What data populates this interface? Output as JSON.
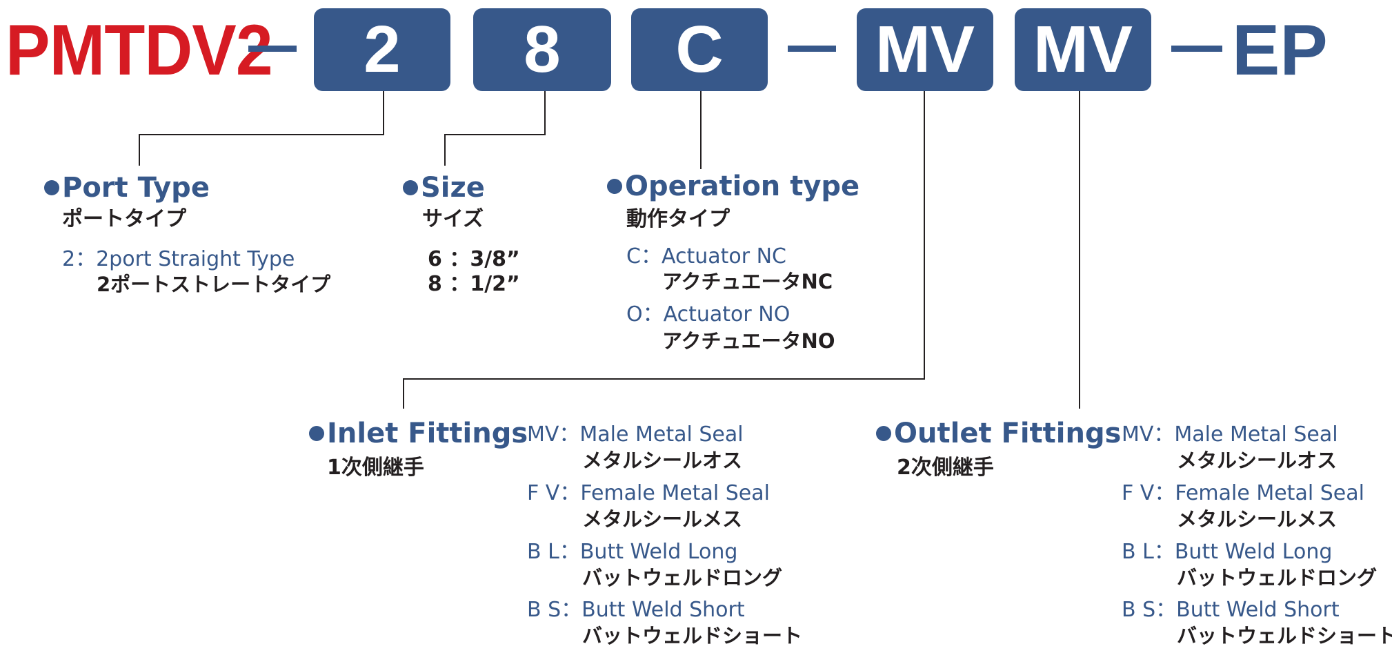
{
  "model_code": {
    "prefix": "PMTDV2",
    "segments": [
      "2",
      "8",
      "C",
      "MV",
      "MV"
    ],
    "suffix": "EP",
    "colors": {
      "prefix": "#d61b23",
      "segment_box": "#37588a",
      "segment_text": "#ffffff",
      "dash": "#37588a"
    }
  },
  "sections": {
    "port_type": {
      "title": "Port Type",
      "title_jp": "ポートタイプ",
      "options": [
        {
          "code": "2",
          "sep": "：",
          "label": "2port Straight Type",
          "label_jp": "2ポートストレートタイプ"
        }
      ]
    },
    "size": {
      "title": "Size",
      "title_jp": "サイズ",
      "options": [
        {
          "text": "6 ：3/8”"
        },
        {
          "text": "8 ：1/2”"
        }
      ]
    },
    "operation_type": {
      "title": "Operation type",
      "title_jp": "動作タイプ",
      "options": [
        {
          "code": "C",
          "sep": "：",
          "label": "Actuator NC",
          "label_jp": "アクチュエータNC"
        },
        {
          "code": "O",
          "sep": "：",
          "label": "Actuator NO",
          "label_jp": "アクチュエータNO"
        }
      ]
    },
    "inlet_fittings": {
      "title": "Inlet Fittings",
      "title_jp": "1次側継手",
      "options": [
        {
          "code": "MV",
          "sep": "：",
          "label": "Male Metal Seal",
          "label_jp": "メタルシールオス"
        },
        {
          "code": "F V",
          "sep": "：",
          "label": "Female Metal Seal",
          "label_jp": "メタルシールメス"
        },
        {
          "code": "B L",
          "sep": "：",
          "label": "Butt Weld Long",
          "label_jp": "バットウェルドロング"
        },
        {
          "code": "B S",
          "sep": "：",
          "label": "Butt Weld Short",
          "label_jp": "バットウェルドショート"
        }
      ]
    },
    "outlet_fittings": {
      "title": "Outlet Fittings",
      "title_jp": "2次側継手",
      "options": [
        {
          "code": "MV",
          "sep": "：",
          "label": "Male Metal Seal",
          "label_jp": "メタルシールオス"
        },
        {
          "code": "F V",
          "sep": "：",
          "label": "Female Metal Seal",
          "label_jp": "メタルシールメス"
        },
        {
          "code": "B L",
          "sep": "：",
          "label": "Butt Weld Long",
          "label_jp": "バットウェルドロング"
        },
        {
          "code": "B S",
          "sep": "：",
          "label": "Butt Weld Short",
          "label_jp": "バットウェルドショート"
        }
      ]
    }
  }
}
